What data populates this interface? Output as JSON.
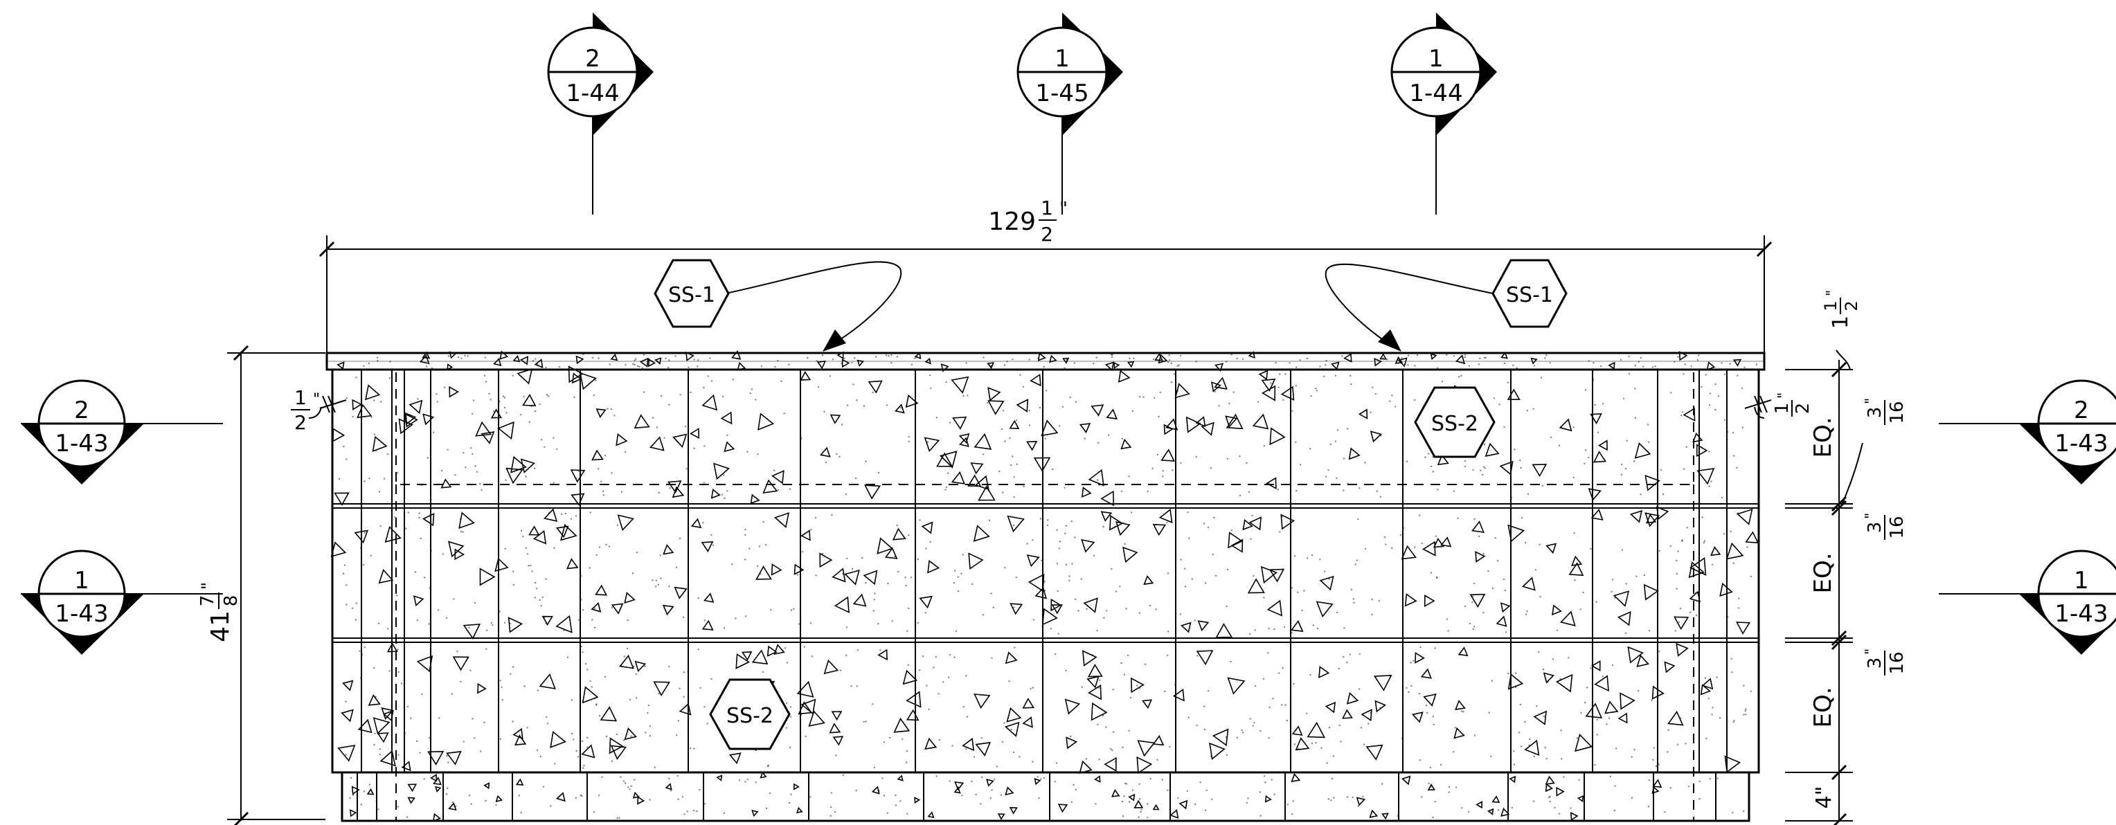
{
  "colors": {
    "ink": "#000000",
    "paper": "#ffffff"
  },
  "section_markers": {
    "top": [
      {
        "num": "2",
        "sheet": "1-44"
      },
      {
        "num": "1",
        "sheet": "1-45"
      },
      {
        "num": "1",
        "sheet": "1-44"
      }
    ],
    "left": [
      {
        "num": "2",
        "sheet": "1-43"
      },
      {
        "num": "1",
        "sheet": "1-43"
      }
    ],
    "right": [
      {
        "num": "2",
        "sheet": "1-43"
      },
      {
        "num": "1",
        "sheet": "1-43"
      }
    ]
  },
  "tags": {
    "ss1_left": "SS-1",
    "ss1_right": "SS-1",
    "ss2_upper": "SS-2",
    "ss2_lower": "SS-2"
  },
  "dims": {
    "overall_width": {
      "whole": "129",
      "num": "1",
      "den": "2",
      "unit": "\""
    },
    "overall_height": {
      "whole": "41",
      "num": "7",
      "den": "8",
      "unit": "\""
    },
    "reveal_left": {
      "num": "1",
      "den": "2",
      "unit": "\""
    },
    "reveal_right": {
      "num": "1",
      "den": "2",
      "unit": "\""
    },
    "top_cap": {
      "whole": "1",
      "num": "1",
      "den": "2",
      "unit": "\""
    },
    "joints": [
      {
        "num": "3",
        "den": "16",
        "unit": "\""
      },
      {
        "num": "3",
        "den": "16",
        "unit": "\""
      },
      {
        "num": "3",
        "den": "16",
        "unit": "\""
      }
    ],
    "rows": [
      "EQ.",
      "EQ.",
      "EQ."
    ],
    "base": "4\""
  }
}
